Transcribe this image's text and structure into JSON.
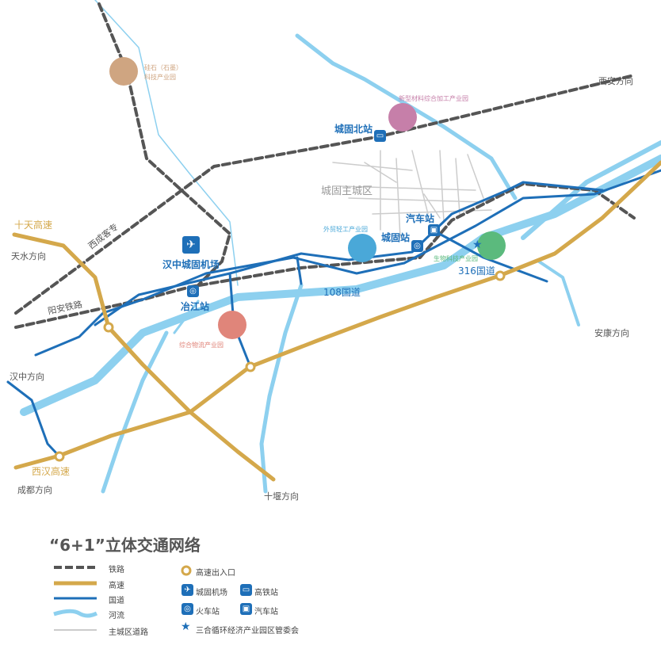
{
  "colors": {
    "rail": "#555555",
    "highway": "#d4a84b",
    "national_road": "#1e6fb8",
    "river": "#8dd0ef",
    "urban_road": "#cccccc"
  },
  "map": {
    "directions": {
      "xian": "西安方向",
      "tianshui": "天水方向",
      "hanzhong": "汉中方向",
      "chengdu": "成都方向",
      "shiyan": "十堰方向",
      "ankang": "安康方向"
    },
    "lines": {
      "shitian": "十天高速",
      "xihan": "西汉高速",
      "xicheng": "西成客专",
      "yangan": "阳安铁路",
      "g108": "108国道",
      "g316": "316国道"
    },
    "urban_area": "城固主城区",
    "stations": {
      "airport": "汉中城固机场",
      "north": "城固北站",
      "yejiang": "冶江站",
      "chenggu": "城固站",
      "bus": "汽车站"
    },
    "parks": [
      {
        "name": "硅石（石墨）",
        "name2": "科技产业园",
        "color": "#cfa581"
      },
      {
        "name": "新型材料综合加工产业园",
        "color": "#c67fa9"
      },
      {
        "name": "外贸轻工产业园",
        "color": "#4aa8d8"
      },
      {
        "name": "生物科技产业园",
        "color": "#5bba7d"
      },
      {
        "name": "综合物流产业园",
        "color": "#e0857a"
      }
    ]
  },
  "legend": {
    "title": "“6+1”立体交通网络",
    "rail": "铁路",
    "highway": "高速",
    "national_road": "国道",
    "river": "河流",
    "urban_road": "主城区道路",
    "interchange": "高速出入口",
    "airport": "城固机场",
    "hsr": "高铁站",
    "train": "火车站",
    "bus": "汽车站",
    "committee": "三合循环经济产业园区管委会"
  }
}
